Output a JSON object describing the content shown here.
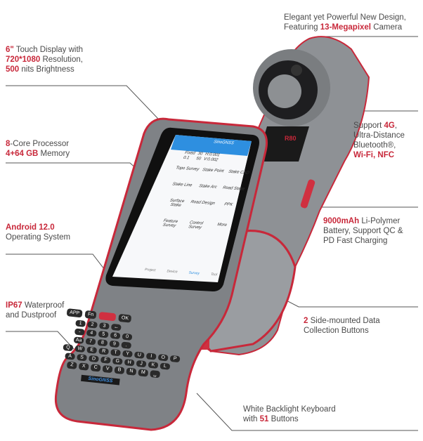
{
  "annotations": {
    "camera": {
      "l1": "Elegant yet Powerful New Design,",
      "l2a": "Featuring ",
      "l2b": "13-Megapixel",
      "l2c": " Camera"
    },
    "display": {
      "a": "6\"",
      "b": " Touch Display with",
      "c": "720*1080",
      "d": " Resolution,",
      "e": "500",
      "f": " nits Brightness"
    },
    "processor": {
      "a": "8",
      "b": "-Core Processor",
      "c": "4+64 GB",
      "d": " Memory"
    },
    "os": {
      "a": "Android 12.0",
      "b": "Operating System"
    },
    "ip": {
      "a": "IP67",
      "b": " Waterproof",
      "c": "and Dustproof"
    },
    "connectivity": {
      "a": "Support ",
      "b": "4G",
      "c": ",",
      "d": "Ultra-Distance",
      "e": "Bluetooth®,",
      "f": "Wi-Fi, NFC"
    },
    "battery": {
      "a": "9000mAh",
      "b": " Li-Polymer",
      "c": "Battery, Support QC &",
      "d": "PD Fast Charging"
    },
    "buttons": {
      "a": "2",
      "b": " Side-mounted Data",
      "c": "Collection Buttons"
    },
    "keyboard": {
      "a": "White Backlight Keyboard",
      "b": "with ",
      "c": "51",
      "d": " Buttons"
    }
  },
  "screen": {
    "app_title": "SinoGNSS",
    "status": {
      "fix": "Fixed",
      "age": "0.1",
      "sats_a": "30",
      "sats_b": "50",
      "h": "H:0.001",
      "v": "V:0.002"
    },
    "apps": [
      "Topo Survey",
      "Stake Point",
      "Stake CAD",
      "Stake Line",
      "Stake Arc",
      "Road Stake",
      "Surface Stake",
      "Road Design",
      "PPK",
      "Feature Survey",
      "Control Survey",
      "More"
    ],
    "nav": [
      "Project",
      "Device",
      "Survey",
      "Tool"
    ]
  },
  "keyboard": {
    "app": "APP",
    "fn": "Fn",
    "ok": "OK",
    "rows": [
      [
        "1",
        "2",
        "3",
        "←"
      ],
      [
        "-",
        "4",
        "5",
        "6",
        "0"
      ],
      [
        "Aa",
        "7",
        "8",
        "9",
        "."
      ],
      [
        "Q",
        "W",
        "E",
        "R",
        "T",
        "Y",
        "U",
        "I",
        "O",
        "P"
      ],
      [
        "A",
        "S",
        "D",
        "F",
        "G",
        "H",
        "J",
        "K",
        "L"
      ],
      [
        "Z",
        "X",
        "C",
        "V",
        "B",
        "N",
        "M",
        "␣"
      ]
    ],
    "brand": "SinoGNSS"
  },
  "back_label": "R80",
  "colors": {
    "accent": "#c8283a",
    "body": "#8a8d91",
    "screen_blue": "#2e8fe0"
  }
}
